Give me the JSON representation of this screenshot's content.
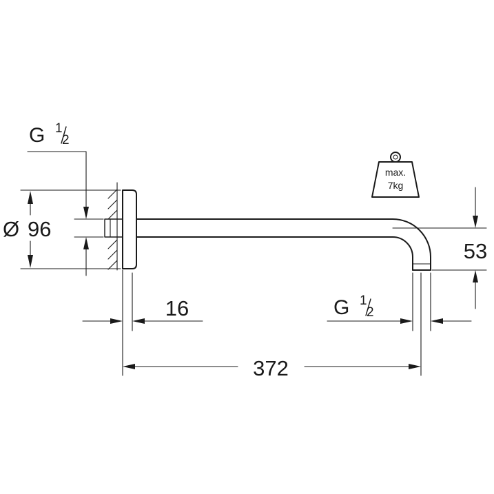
{
  "dimensions": {
    "thread_left_base": "G",
    "thread_left_num": "1",
    "thread_left_den": "2",
    "diameter_symbol": "Ø",
    "diameter_value": "96",
    "flange_depth": "16",
    "total_length": "372",
    "drop_height": "53",
    "thread_right_base": "G",
    "thread_right_num": "1",
    "thread_right_den": "2"
  },
  "load_sign": {
    "line1": "max.",
    "line2": "7kg"
  }
}
